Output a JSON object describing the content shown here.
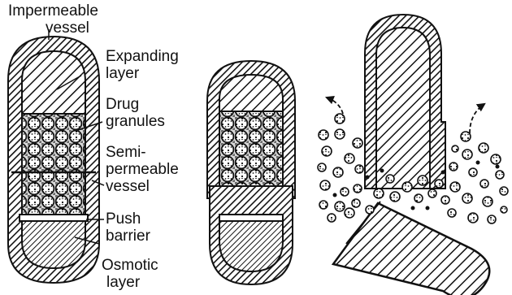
{
  "labels": {
    "impermeable_vessel": [
      "Impermeable",
      "vessel"
    ],
    "expanding_layer": [
      "Expanding",
      "layer"
    ],
    "drug_granules": [
      "Drug",
      "granules"
    ],
    "semipermeable_vessel": [
      "Semi-",
      "permeable",
      "vessel"
    ],
    "push_barrier": [
      "Push",
      "barrier"
    ],
    "osmotic_layer": [
      "Osmotic",
      "layer"
    ]
  },
  "colors": {
    "ink": "#111111",
    "paper": "#ffffff"
  },
  "stages": [
    "intact-capsule",
    "expanded-capsule",
    "ruptured-capsule"
  ]
}
